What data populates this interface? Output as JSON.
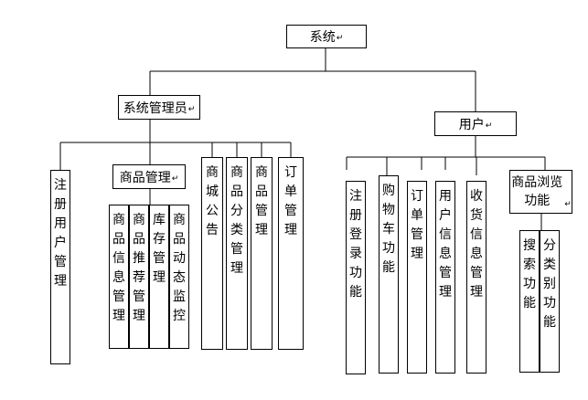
{
  "root": {
    "label": "系统"
  },
  "admin": {
    "label": "系统管理员",
    "registration": {
      "label": "注册用户管理"
    },
    "product_management": {
      "label": "商品管理",
      "children": [
        {
          "label": "商品信息管理"
        },
        {
          "label": "商品推荐管理"
        },
        {
          "label": "库存管理"
        },
        {
          "label": "商品动态监控"
        }
      ]
    },
    "others": [
      {
        "label": "商城公告"
      },
      {
        "label": "商品分类管理"
      },
      {
        "label": "商品管理"
      },
      {
        "label": "订单管理"
      }
    ]
  },
  "user": {
    "label": "用户",
    "children": [
      {
        "label": "注册登录功能"
      },
      {
        "label": "购物车功能"
      },
      {
        "label": "订单管理"
      },
      {
        "label": "用户信息管理"
      },
      {
        "label": "收货信息管理"
      }
    ],
    "browse": {
      "label": "商品浏览功能",
      "children": [
        {
          "label": "搜索功能"
        },
        {
          "label": "分类别功能"
        }
      ]
    }
  },
  "paragraph_mark": "↵"
}
